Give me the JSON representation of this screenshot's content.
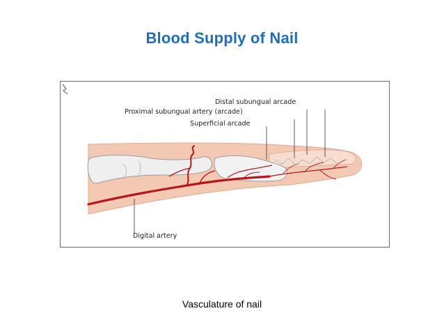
{
  "slide": {
    "title": "Blood Supply of Nail",
    "caption": "Vasculature of nail"
  },
  "figure": {
    "labels": {
      "distal_subungual_arcade": "Distal subungual arcade",
      "proximal_subungual_artery": "Proximal subungual artery (arcade)",
      "superficial_arcade": "Superficial arcade",
      "digital_artery": "Digital artery"
    },
    "colors": {
      "title": "#1f6fb5",
      "artery": "#b8161b",
      "skin": "#f3c9b4",
      "bone": "#efefef"
    }
  }
}
